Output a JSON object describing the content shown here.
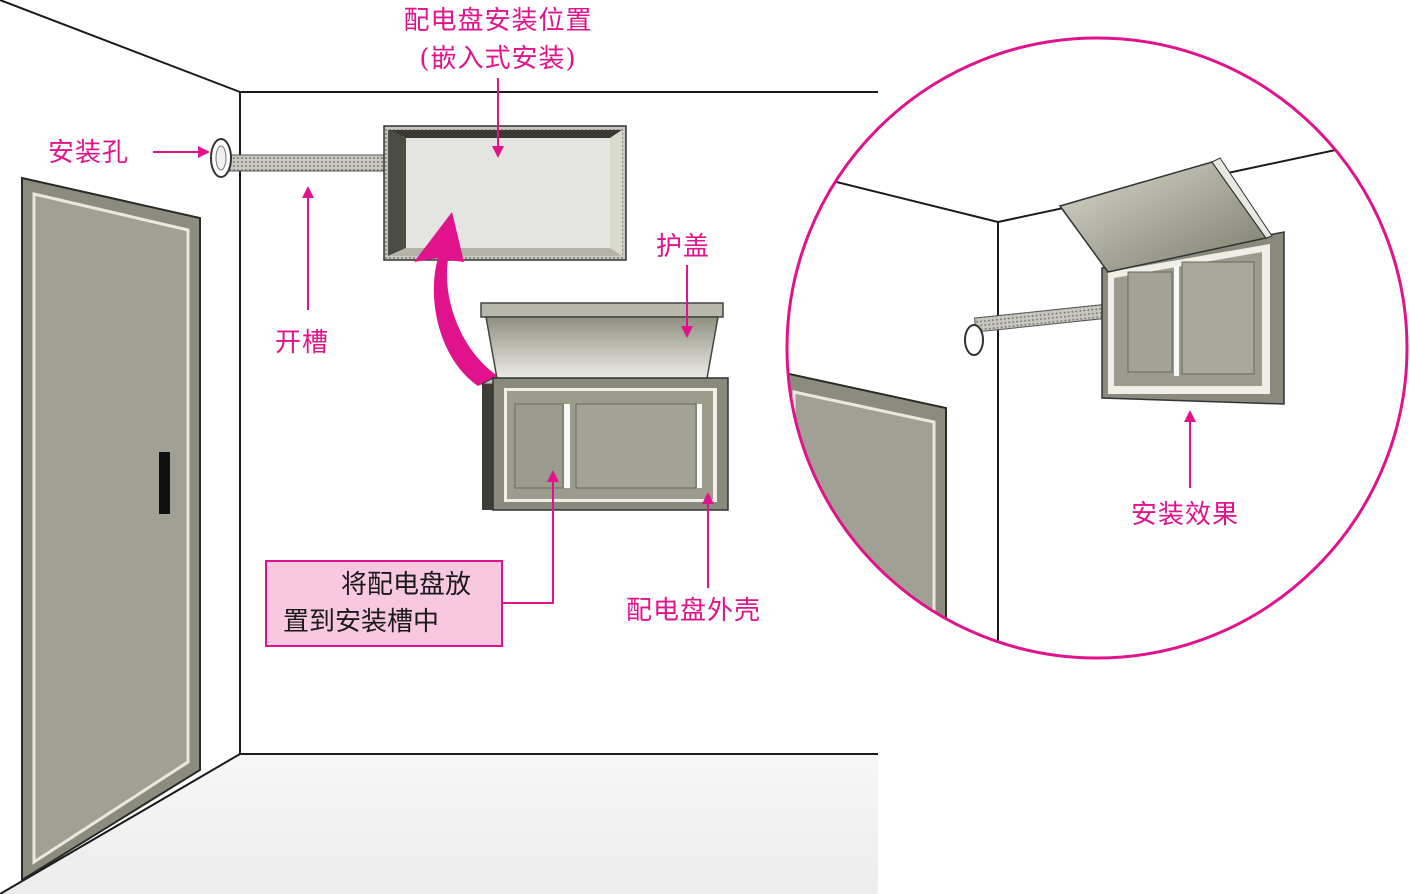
{
  "labels": {
    "install_position_line1": "配电盘安装位置",
    "install_position_line2": "(嵌入式安装)",
    "install_hole": "安装孔",
    "groove": "开槽",
    "cover": "护盖",
    "panel_shell": "配电盘外壳",
    "install_effect": "安装效果",
    "note_line1": "将配电盘放",
    "note_line2": "置到安装槽中"
  },
  "colors": {
    "accent": "#e0138c",
    "panel_gray": "#9c9c8c",
    "panel_dark": "#4a4a40",
    "wall_line": "#1a1a1a",
    "note_fill": "#f8c8e0",
    "floor": "#f2f2f2"
  }
}
